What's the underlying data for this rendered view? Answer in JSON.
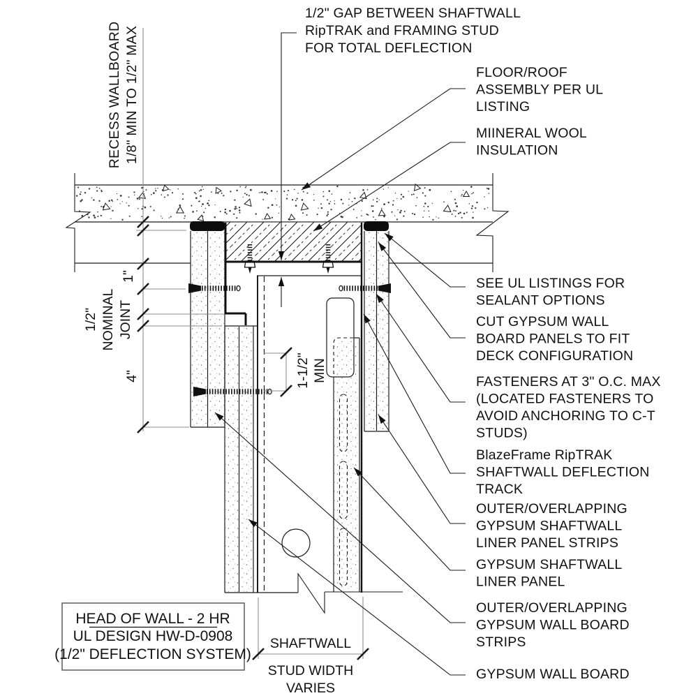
{
  "drawing": {
    "callouts": {
      "gap_note": {
        "lines": [
          "1/2\" GAP BETWEEN SHAFTWALL",
          "RipTRAK and FRAMING STUD",
          "FOR TOTAL DEFLECTION"
        ]
      },
      "recess_note": {
        "lines": [
          "RECESS WALLBOARD",
          "1/8\" MIN TO 1/2\" MAX"
        ]
      },
      "floor_roof": {
        "lines": [
          "FLOOR/ROOF",
          "ASSEMBLY PER UL",
          "LISTING"
        ]
      },
      "mineral_wool": {
        "lines": [
          "MIINERAL WOOL",
          "INSULATION"
        ]
      },
      "sealant": {
        "lines": [
          "SEE UL LISTINGS FOR",
          "SEALANT OPTIONS"
        ]
      },
      "cut_board": {
        "lines": [
          "CUT GYPSUM WALL",
          "BOARD PANELS TO FIT",
          "DECK CONFIGURATION"
        ]
      },
      "fasteners": {
        "lines": [
          "FASTENERS AT 3\" O.C. MAX",
          "(LOCATED FASTENERS TO",
          "AVOID ANCHORING TO C-T",
          "STUDS)"
        ]
      },
      "riptrak": {
        "lines": [
          "BlazeFrame RipTRAK",
          "SHAFTWALL DEFLECTION",
          "TRACK"
        ]
      },
      "liner_strips": {
        "lines": [
          "OUTER/OVERLAPPING",
          "GYPSUM SHAFTWALL",
          "LINER PANEL STRIPS"
        ]
      },
      "liner_panel": {
        "lines": [
          "GYPSUM SHAFTWALL",
          "LINER PANEL"
        ]
      },
      "wall_board_strips": {
        "lines": [
          "OUTER/OVERLAPPING",
          "GYPSUM WALL BOARD",
          "STRIPS"
        ]
      },
      "wall_board": {
        "lines": [
          "GYPSUM WALL BOARD"
        ]
      }
    },
    "dimensions": {
      "one_inch": "1\"",
      "nominal_joint": [
        "1/2\"",
        "NOMINAL",
        "JOINT"
      ],
      "four_inch": "4\"",
      "min_gap": [
        "1-1/2\"",
        "MIN"
      ],
      "stud_width": [
        "SHAFTWALL",
        "STUD WIDTH",
        "VARIES"
      ]
    },
    "title_block": {
      "line1": "HEAD OF WALL - 2 HR",
      "line2": "UL DESIGN HW-D-0908",
      "line3": "(1/2\" DEFLECTION SYSTEM)"
    },
    "colors": {
      "line": "#1a1a1a",
      "dim_line": "#8c8c8c",
      "background": "#ffffff",
      "sealant": "#0d0d0d"
    }
  }
}
